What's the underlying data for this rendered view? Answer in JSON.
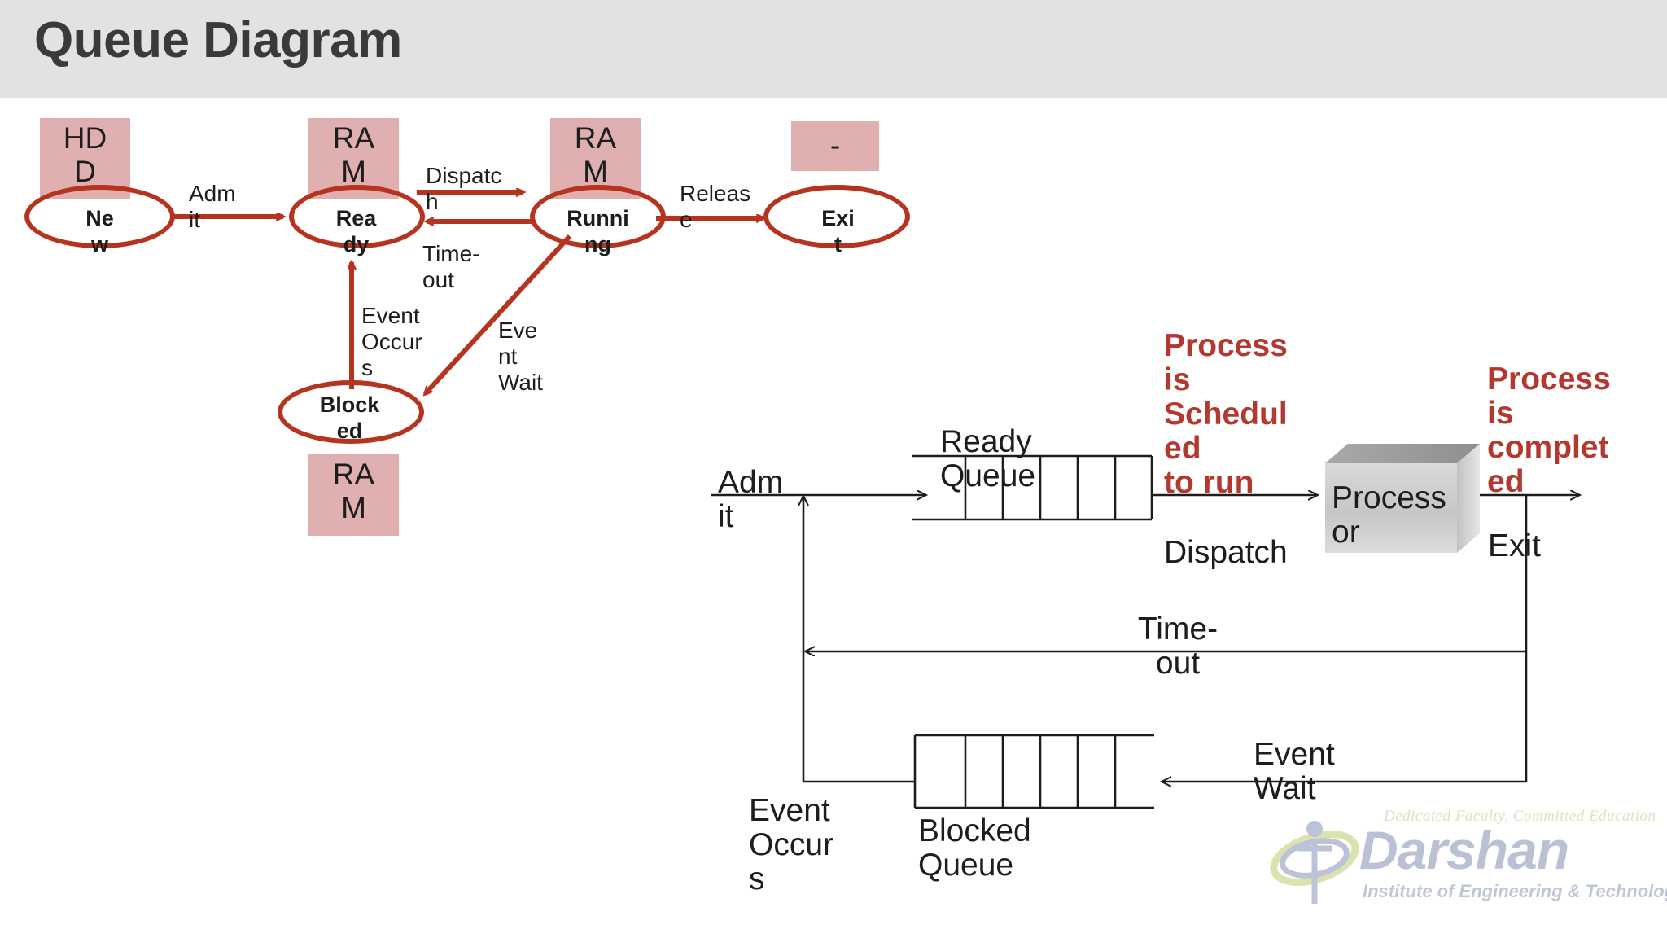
{
  "header": {
    "title": "Queue Diagram"
  },
  "state_diagram": {
    "memory_boxes": [
      {
        "name": "hdd-box",
        "text": "HD\nD"
      },
      {
        "name": "ram-box-ready",
        "text": "RA\nM"
      },
      {
        "name": "ram-box-running",
        "text": "RA\nM"
      },
      {
        "name": "dash-box-exit",
        "text": "-"
      },
      {
        "name": "ram-box-blocked",
        "text": "RA\nM"
      }
    ],
    "states": [
      {
        "id": "new",
        "label": "Ne\nw"
      },
      {
        "id": "ready",
        "label": "Rea\ndy"
      },
      {
        "id": "running",
        "label": "Runni\nng"
      },
      {
        "id": "exit",
        "label": "Exi\nt"
      },
      {
        "id": "blocked",
        "label": "Block\ned"
      }
    ],
    "edges": [
      {
        "id": "admit",
        "label": "Adm\nit"
      },
      {
        "id": "dispatch",
        "label": "Dispatc\nh"
      },
      {
        "id": "timeout",
        "label": "Time-\nout"
      },
      {
        "id": "release",
        "label": "Releas\ne"
      },
      {
        "id": "event-occurs",
        "label": "Event\nOccur\ns"
      },
      {
        "id": "event-wait",
        "label": "Eve\nnt\nWait"
      }
    ]
  },
  "queue_diagram": {
    "admit_label": "Adm\nit",
    "ready_queue_label": "Ready\nQueue",
    "ready_queue_cells": 6,
    "dispatch_label": "Dispatch",
    "scheduled_label": "Process\nis\nSchedul\ned\nto run",
    "processor_label": "Process\nor",
    "completed_label": "Process\nis\ncomplet\ned",
    "exit_label": "Exit",
    "timeout_label": "Time-\nout",
    "event_wait_label": "Event\nWait",
    "event_occurs_label": "Event\nOccur\ns",
    "blocked_queue_label": "Blocked\nQueue",
    "blocked_queue_cells": 6
  },
  "logo": {
    "tagline": "Dedicated Faculty, Committed Education",
    "name": "Darshan",
    "subtitle": "Institute of Engineering & Technology"
  },
  "colors": {
    "header_bg": "#e2e2e2",
    "title": "#3a3a3a",
    "memory_box": "#e0b0b0",
    "state_stroke": "#b5331f",
    "accent_red": "#b5382f",
    "line": "#1d1d1d"
  }
}
